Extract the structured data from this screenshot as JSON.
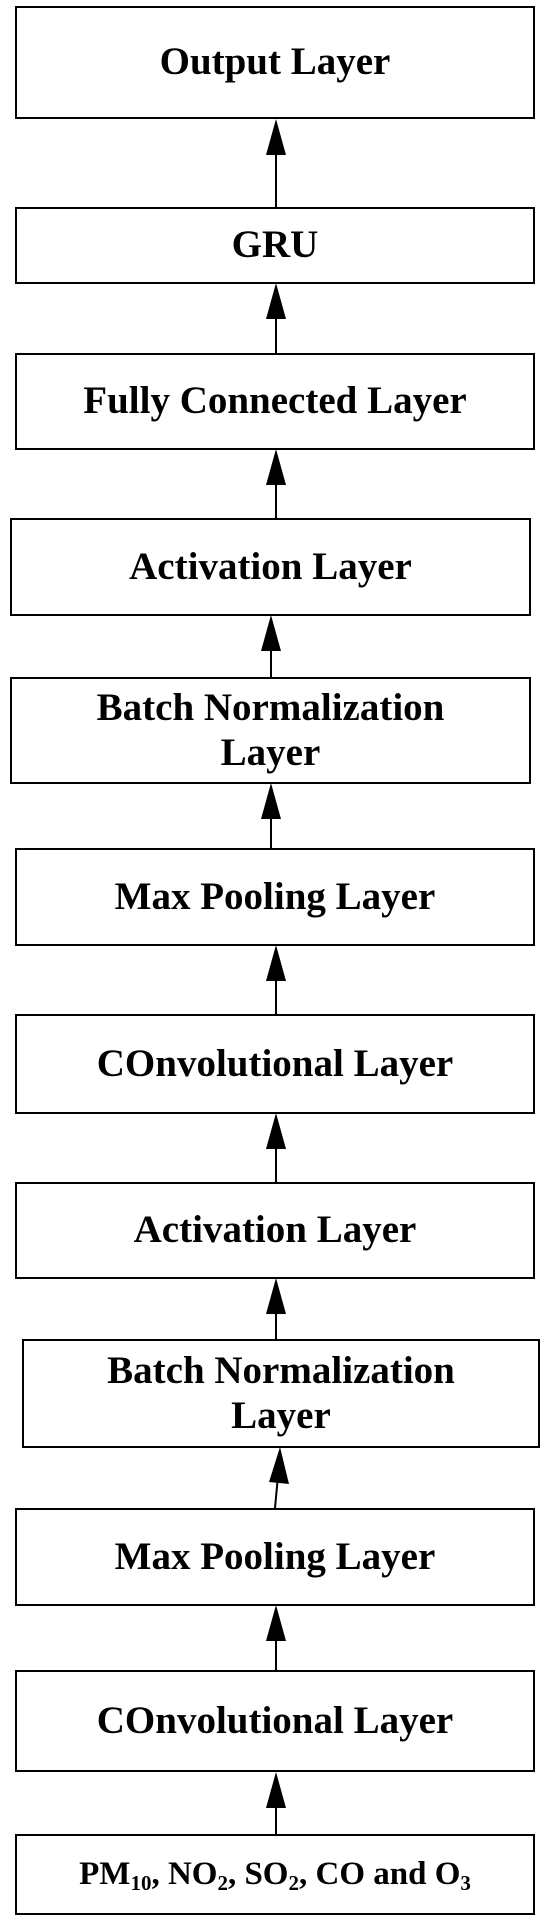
{
  "diagram": {
    "layers": {
      "output": "Output Layer",
      "gru": "GRU",
      "fully_connected": "Fully Connected Layer",
      "activation_2": "Activation Layer",
      "batch_norm_2_line1": "Batch Normalization",
      "batch_norm_2_line2": "Layer",
      "max_pooling_2": "Max Pooling Layer",
      "convolutional_2": "COnvolutional Layer",
      "activation_1": "Activation Layer",
      "batch_norm_1_line1": "Batch Normalization",
      "batch_norm_1_line2": "Layer",
      "max_pooling_1": "Max Pooling Layer",
      "convolutional_1": "COnvolutional Layer"
    },
    "input": {
      "pm_base": "PM",
      "pm_sub": "10",
      "no_base": ", NO",
      "no_sub": "2",
      "so_base": ", SO",
      "so_sub": "2",
      "co_o_base": ", CO and O",
      "o_sub": "3"
    }
  }
}
